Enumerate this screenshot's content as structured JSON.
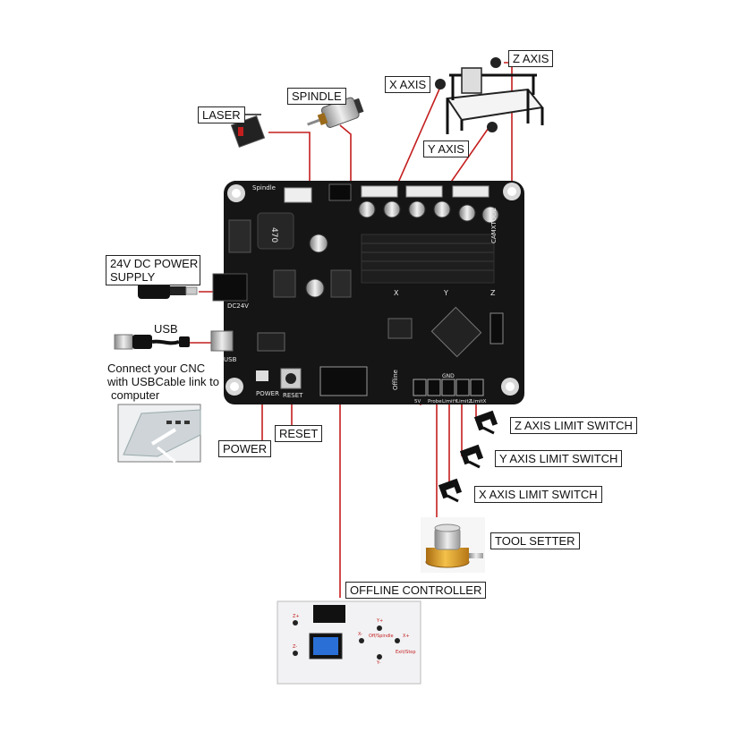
{
  "labels": {
    "z_axis": "Z AXIS",
    "x_axis": "X AXIS",
    "y_axis": "Y AXIS",
    "spindle": "SPINDLE",
    "laser": "LASER",
    "power_supply_line1": "24V DC POWER",
    "power_supply_line2": "SUPPLY",
    "usb": "USB",
    "usb_note_line1": "Connect your CNC",
    "usb_note_line2": "with USBCable link to",
    "usb_note_line3": "computer",
    "power": "POWER",
    "reset": "RESET",
    "z_limit": "Z AXIS LIMIT SWITCH",
    "y_limit": "Y AXIS LIMIT SWITCH",
    "x_limit": "X AXIS LIMIT SWITCH",
    "tool_setter": "TOOL SETTER",
    "offline_controller": "OFFLINE CONTROLLER"
  },
  "board_silk": {
    "spindle": "Spindle",
    "dc24v": "DC24V",
    "usb": "USB",
    "power": "POWER",
    "reset": "RESET",
    "offline": "Offline",
    "inductor": "470",
    "brand": "CAMXTOOL",
    "x": "X",
    "y": "Y",
    "z": "Z",
    "limit_pins": [
      "5V",
      "Probe",
      "LimitY",
      "LimitZ",
      "LimitX"
    ],
    "gnd": "GND"
  },
  "offline_panel": {
    "z_plus": "Z+",
    "z_minus": "Z-",
    "y_plus": "Y+",
    "y_minus": "Y-",
    "x_minus": "X-",
    "x_plus": "X+",
    "off_spindle": "Off/Spindle",
    "exit_stop": "Exit/Stop"
  },
  "colors": {
    "wire": "#c41e1e",
    "board": "#151515",
    "silk": "#e8e8e8"
  }
}
